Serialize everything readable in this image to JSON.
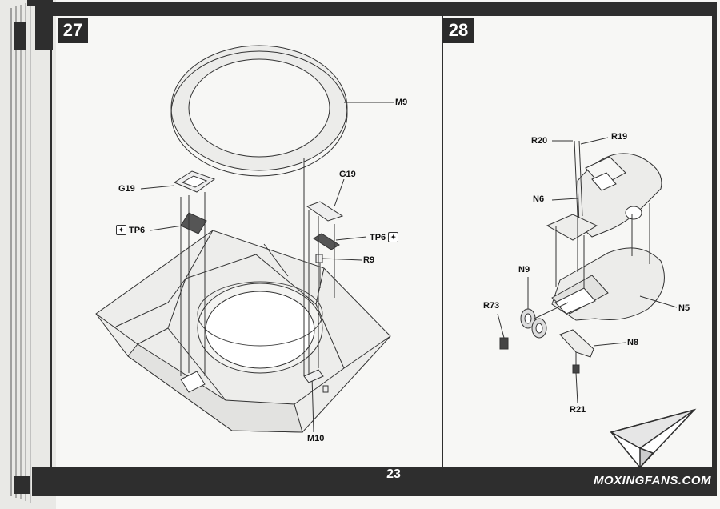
{
  "page_number": "23",
  "steps": [
    {
      "number": "27"
    },
    {
      "number": "28"
    }
  ],
  "step27_labels": {
    "m9": "M9",
    "g19_left": "G19",
    "g19_right": "G19",
    "tp6_left": "TP6",
    "tp6_right": "TP6",
    "r9": "R9",
    "m10": "M10"
  },
  "step28_labels": {
    "r20": "R20",
    "r19": "R19",
    "n6": "N6",
    "n9": "N9",
    "r73": "R73",
    "n5": "N5",
    "n8": "N8",
    "r21": "R21"
  },
  "watermark": "MOXINGFANS.COM",
  "icons": {
    "tp_part": "photo-etch-part-icon",
    "logo": "paper-plane-logo-icon"
  },
  "colors": {
    "frame": "#2e2e2e",
    "paper": "#f7f7f5",
    "line": "#333333"
  }
}
